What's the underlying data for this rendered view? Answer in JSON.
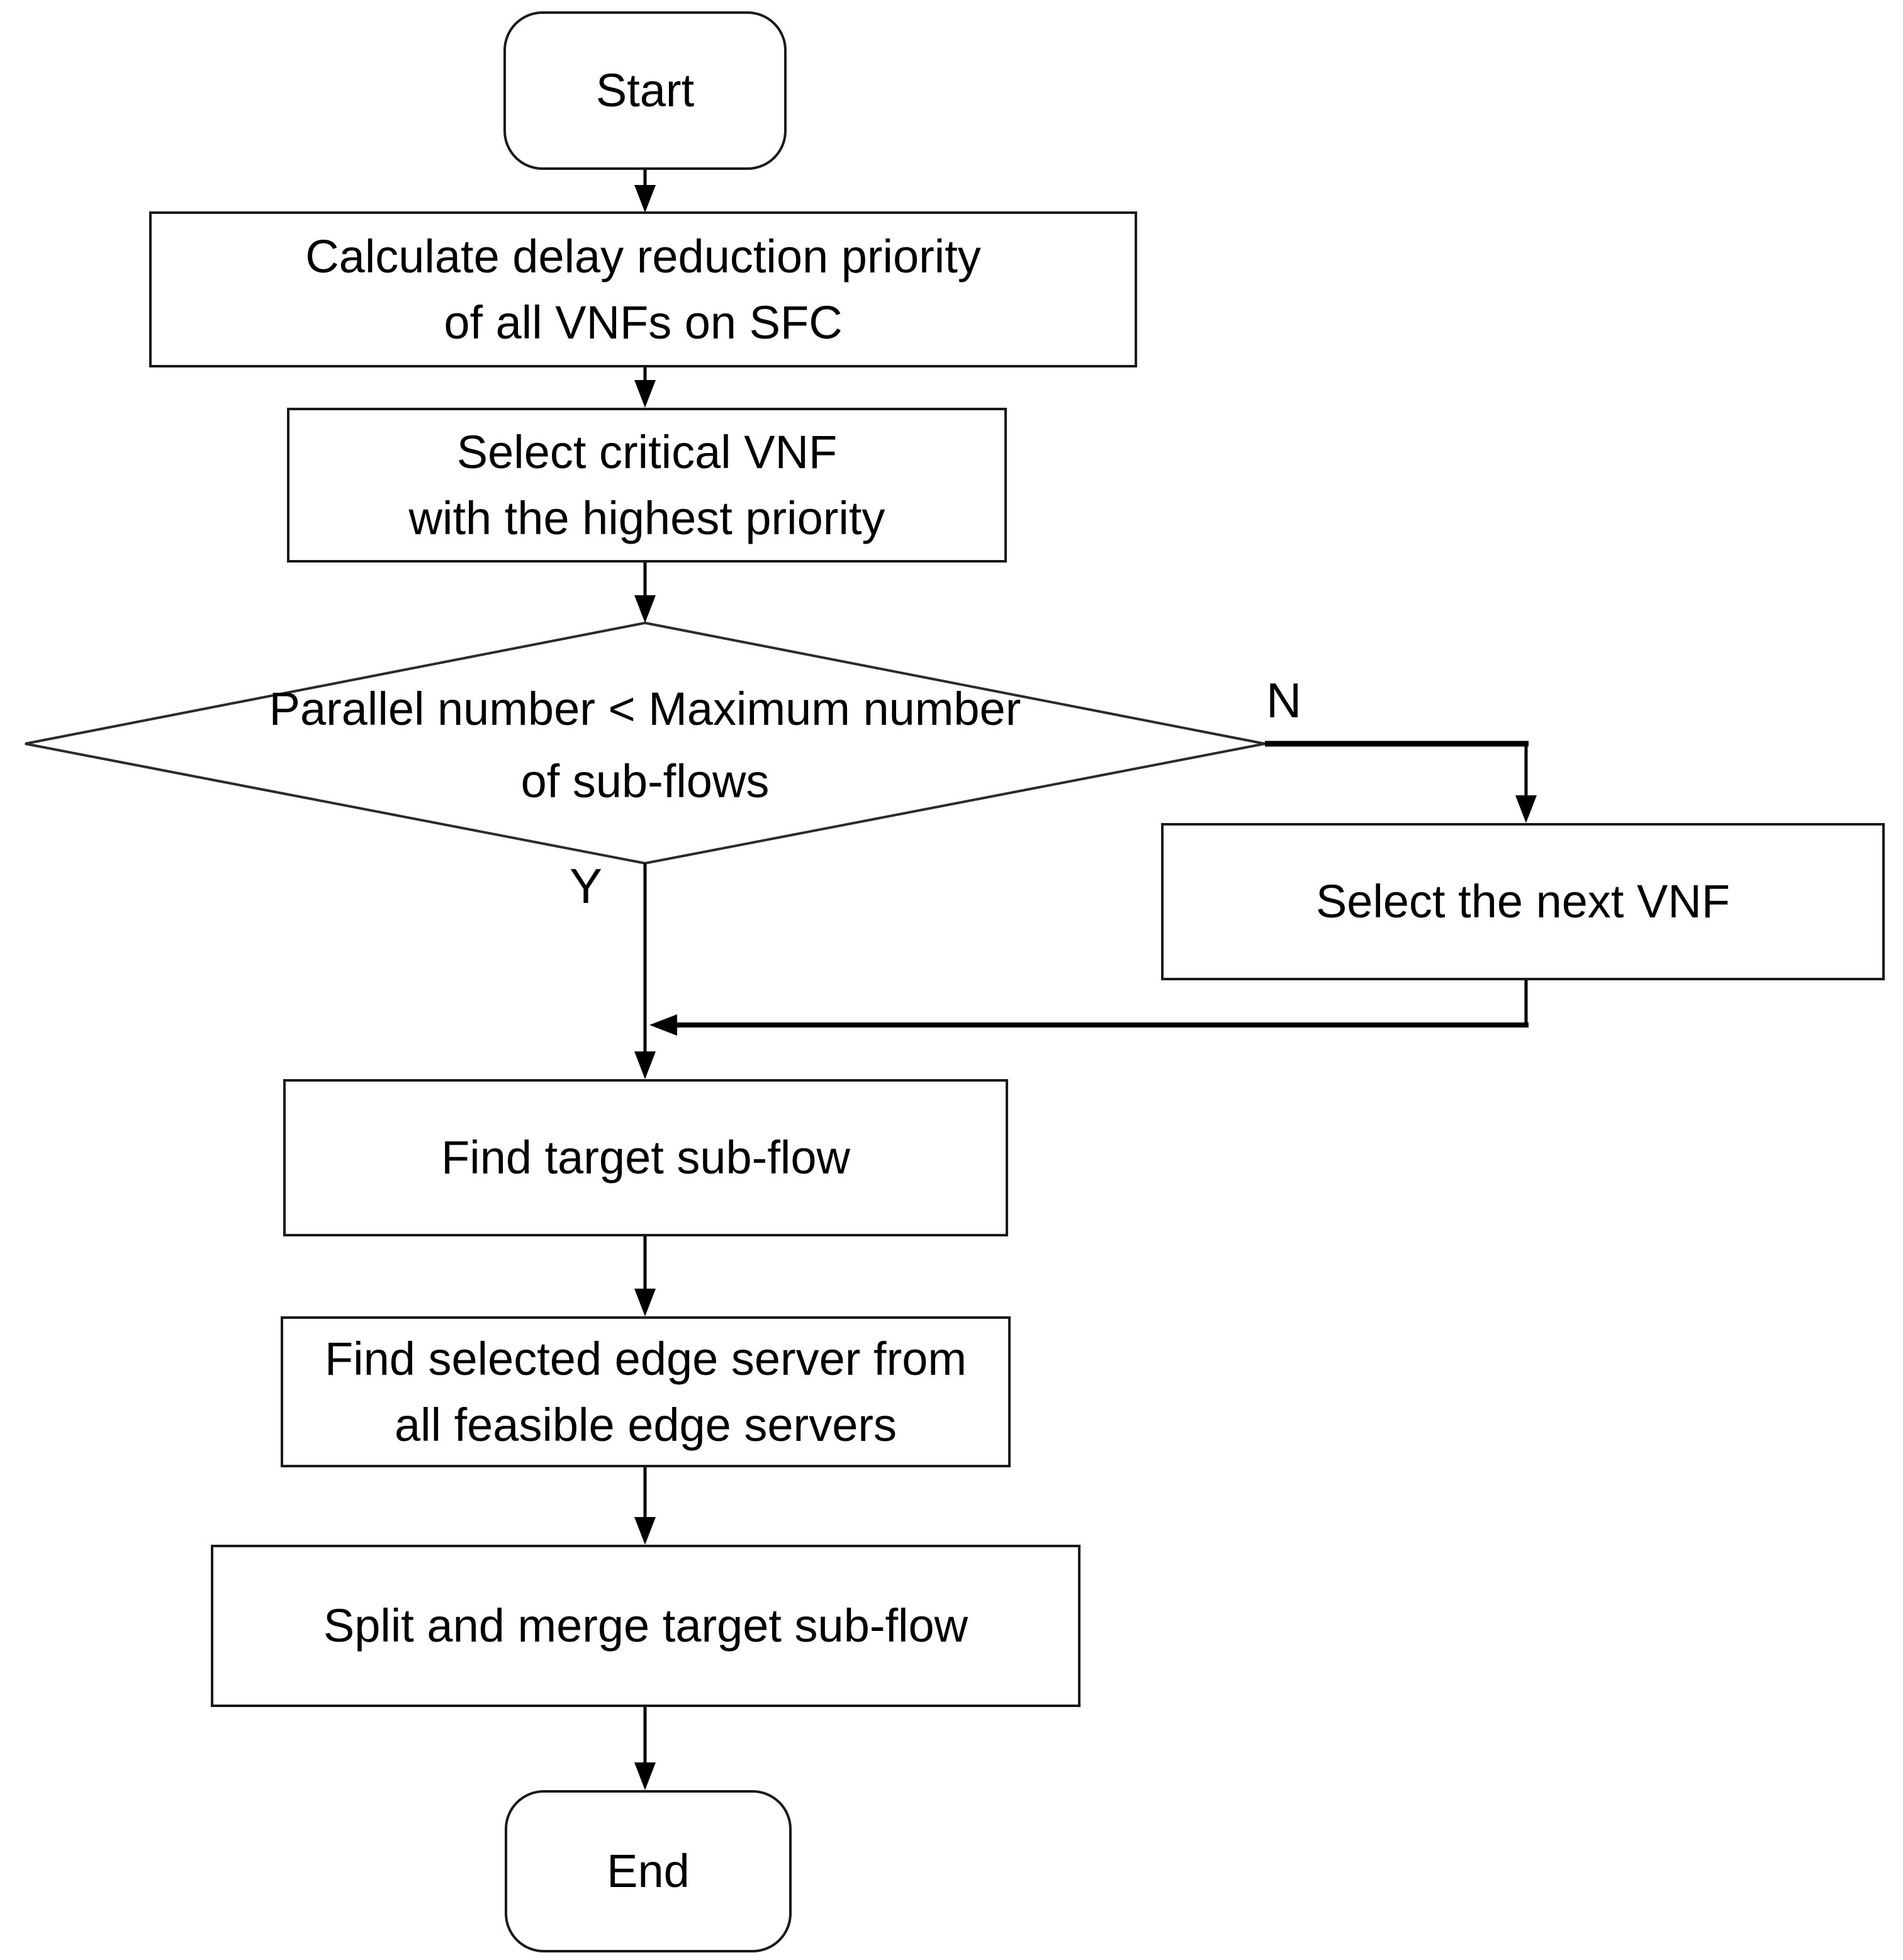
{
  "diagram": {
    "kind": "flowchart",
    "colors": {
      "stroke": "#000000",
      "node_fill": "#ffffff",
      "text": "#000000",
      "background": "#ffffff"
    },
    "nodes": {
      "start": {
        "shape": "terminator",
        "label": "Start"
      },
      "calculate": {
        "shape": "process",
        "lines": [
          "Calculate delay reduction priority",
          "of all VNFs on SFC"
        ]
      },
      "select_critical": {
        "shape": "process",
        "lines": [
          "Select critical VNF",
          "with the highest priority"
        ]
      },
      "decision": {
        "shape": "decision",
        "lines": [
          "Parallel number < Maximum number",
          "of sub-flows"
        ]
      },
      "select_next": {
        "shape": "process",
        "label": "Select the next VNF"
      },
      "find_target": {
        "shape": "process",
        "label": "Find target sub-flow"
      },
      "find_edge": {
        "shape": "process",
        "lines": [
          "Find selected edge server from",
          "all feasible edge servers"
        ]
      },
      "split_merge": {
        "shape": "process",
        "label": "Split and merge target sub-flow"
      },
      "end": {
        "shape": "terminator",
        "label": "End"
      }
    },
    "branch_labels": {
      "no": "N",
      "yes": "Y"
    },
    "edges": [
      {
        "from": "start",
        "to": "calculate"
      },
      {
        "from": "calculate",
        "to": "select_critical"
      },
      {
        "from": "select_critical",
        "to": "decision"
      },
      {
        "from": "decision",
        "to": "select_next",
        "label": "N"
      },
      {
        "from": "decision",
        "to": "find_target",
        "label": "Y"
      },
      {
        "from": "select_next",
        "to": "find_target"
      },
      {
        "from": "find_target",
        "to": "find_edge"
      },
      {
        "from": "find_edge",
        "to": "split_merge"
      },
      {
        "from": "split_merge",
        "to": "end"
      }
    ]
  }
}
